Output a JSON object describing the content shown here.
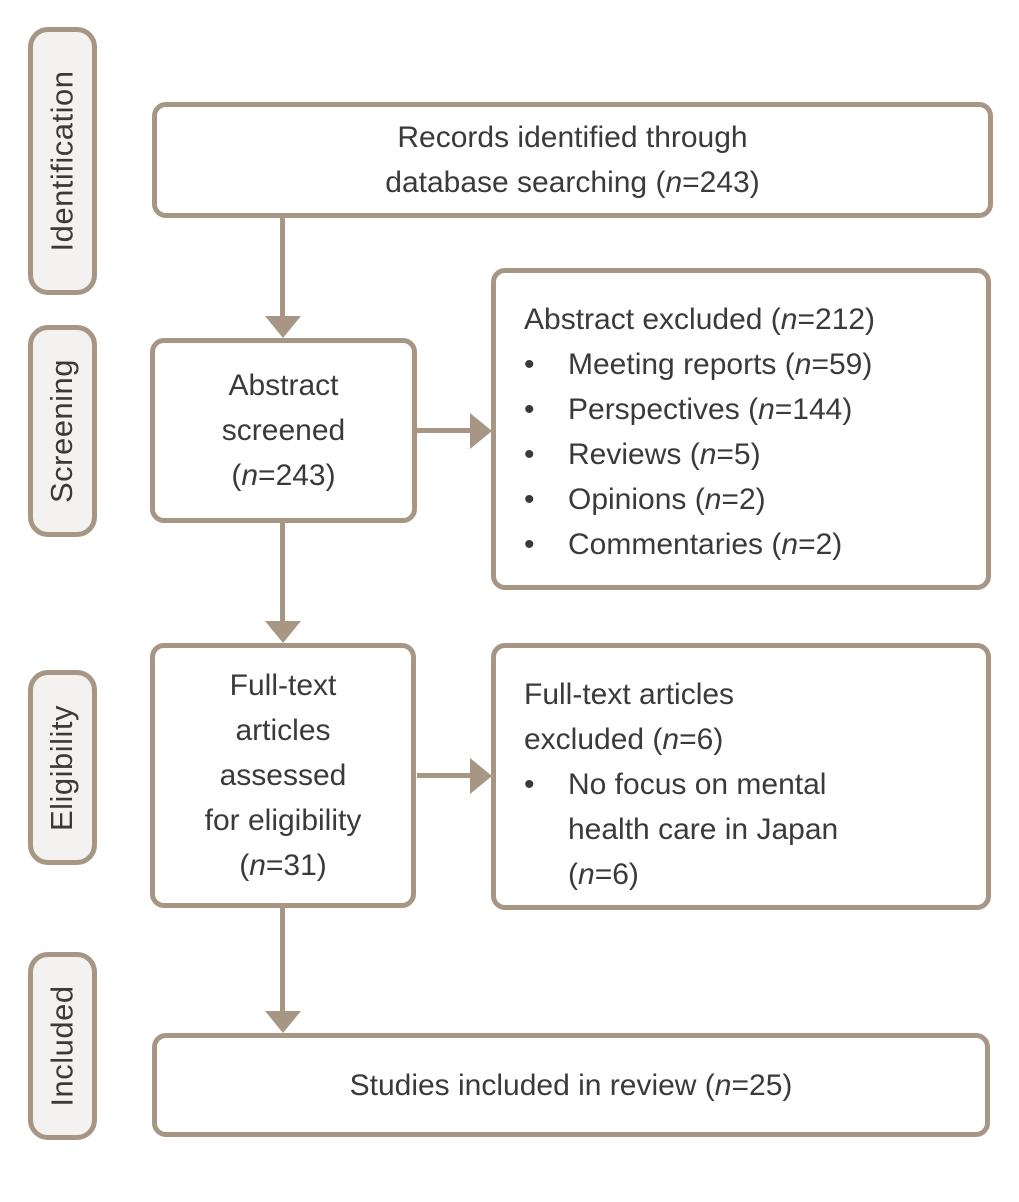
{
  "theme": {
    "accent_color": "#a89685",
    "box_fill": "#ffffff",
    "stage_fill": "#f3f2f0",
    "text_color": "#3a3a3a"
  },
  "sidebar": {
    "stages": [
      {
        "label": "Identification"
      },
      {
        "label": "Screening"
      },
      {
        "label": "Eligibility"
      },
      {
        "label": "Included"
      }
    ]
  },
  "flow": {
    "records_identified": {
      "lines": [
        "Records identified through",
        "database searching (n=243)"
      ]
    },
    "abstract_screened": {
      "lines": [
        "Abstract",
        "screened",
        "(n=243)"
      ]
    },
    "abstract_excluded": {
      "title": "Abstract excluded (n=212)",
      "bullet_char": "•",
      "items": [
        "Meeting reports (n=59)",
        "Perspectives (n=144)",
        "Reviews (n=5)",
        "Opinions (n=2)",
        "Commentaries (n=2)"
      ]
    },
    "fulltext_assessed": {
      "lines": [
        "Full-text",
        "articles",
        "assessed",
        "for eligibility",
        "(n=31)"
      ]
    },
    "fulltext_excluded": {
      "title_lines": [
        "Full-text articles",
        "excluded (n=6)"
      ],
      "bullet_char": "•",
      "items": [
        "No focus on mental health care in Japan (n=6)"
      ]
    },
    "studies_included": {
      "lines": [
        "Studies included in review (n=25)"
      ]
    }
  }
}
